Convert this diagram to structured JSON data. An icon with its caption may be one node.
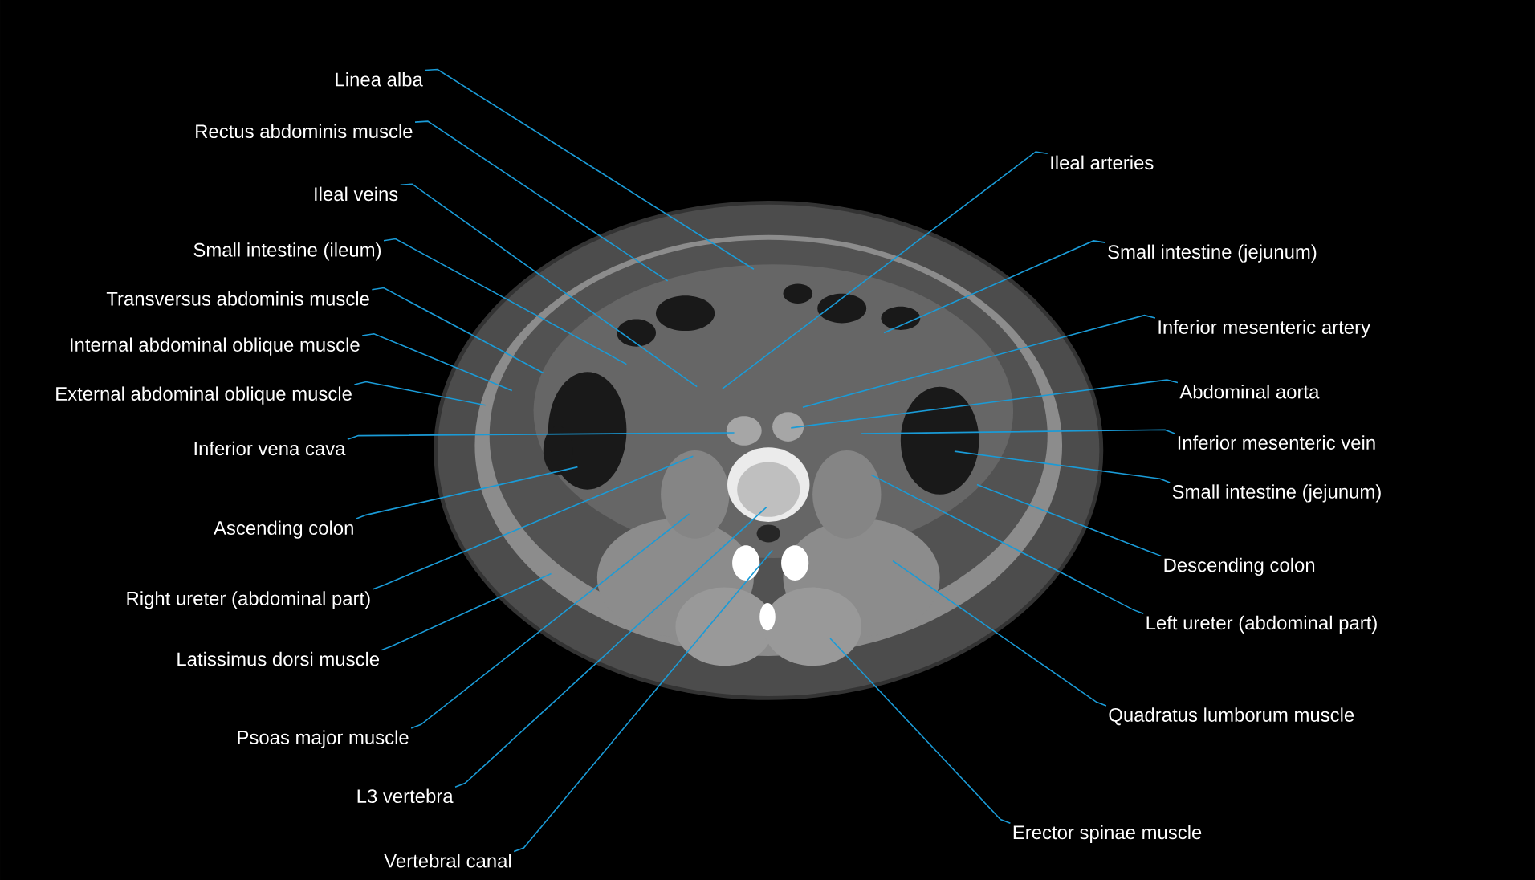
{
  "diagram": {
    "nodes": [
      {
        "text": [
          "Linea alba"
        ]
      },
      {
        "text": [
          "Rectus abdominis muscle"
        ]
      },
      {
        "text": [
          "Ileal veins"
        ]
      },
      {
        "text": [
          "Small intestine (ileum)"
        ]
      },
      {
        "text": [
          "Transversus abdominis muscle"
        ]
      },
      {
        "text": [
          "Internal abdominal oblique muscle"
        ]
      },
      {
        "text": [
          "External abdominal oblique muscle"
        ]
      },
      {
        "text": [
          "Inferior vena cava"
        ]
      },
      {
        "text": [
          "Ascending colon"
        ]
      },
      {
        "text": [
          "Right ureter (abdominal part)"
        ]
      },
      {
        "text": [
          "Latissimus dorsi muscle"
        ]
      },
      {
        "text": [
          "Psoas major muscle"
        ]
      },
      {
        "text": [
          "L3 vertebra"
        ]
      },
      {
        "text": [
          "Vertebral canal"
        ]
      },
      {
        "text": [
          "Ileal arteries"
        ]
      },
      {
        "text": [
          "Small intestine (jejunum)"
        ]
      },
      {
        "text": [
          "Inferior mesenteric artery"
        ]
      },
      {
        "text": [
          "Abdominal aorta"
        ]
      },
      {
        "text": [
          "Inferior mesenteric vein"
        ]
      },
      {
        "text": [
          "Small intestine (jejunum)"
        ]
      },
      {
        "text": [
          "Descending colon"
        ]
      },
      {
        "text": [
          "Left ureter (abdominal part)"
        ]
      },
      {
        "text": [
          "Quadratus lumborum muscle"
        ]
      },
      {
        "text": [
          "Erector spinae muscle"
        ]
      }
    ],
    "edges": [
      {
        "from": 0,
        "to": null,
        "arrow": "none"
      },
      {
        "from": 1,
        "to": null,
        "arrow": "none"
      },
      {
        "from": 2,
        "to": null,
        "arrow": "none"
      },
      {
        "from": 3,
        "to": null,
        "arrow": "none"
      },
      {
        "from": 4,
        "to": null,
        "arrow": "none"
      },
      {
        "from": 5,
        "to": null,
        "arrow": "none"
      },
      {
        "from": 6,
        "to": null,
        "arrow": "none"
      },
      {
        "from": 7,
        "to": null,
        "arrow": "none"
      },
      {
        "from": 8,
        "to": null,
        "arrow": "none"
      },
      {
        "from": 9,
        "to": null,
        "arrow": "none"
      },
      {
        "from": 10,
        "to": null,
        "arrow": "none"
      },
      {
        "from": 11,
        "to": null,
        "arrow": "none"
      },
      {
        "from": 12,
        "to": null,
        "arrow": "none"
      },
      {
        "from": 13,
        "to": null,
        "arrow": "none"
      },
      {
        "from": 14,
        "to": null,
        "arrow": "none"
      },
      {
        "from": 15,
        "to": null,
        "arrow": "none"
      },
      {
        "from": 16,
        "to": null,
        "arrow": "none"
      },
      {
        "from": 17,
        "to": null,
        "arrow": "none"
      },
      {
        "from": 18,
        "to": null,
        "arrow": "none"
      },
      {
        "from": 19,
        "to": null,
        "arrow": "none"
      },
      {
        "from": 20,
        "to": null,
        "arrow": "none"
      },
      {
        "from": 21,
        "to": null,
        "arrow": "none"
      },
      {
        "from": 22,
        "to": null,
        "arrow": "none"
      },
      {
        "from": 23,
        "to": null,
        "arrow": "none"
      }
    ]
  }
}
